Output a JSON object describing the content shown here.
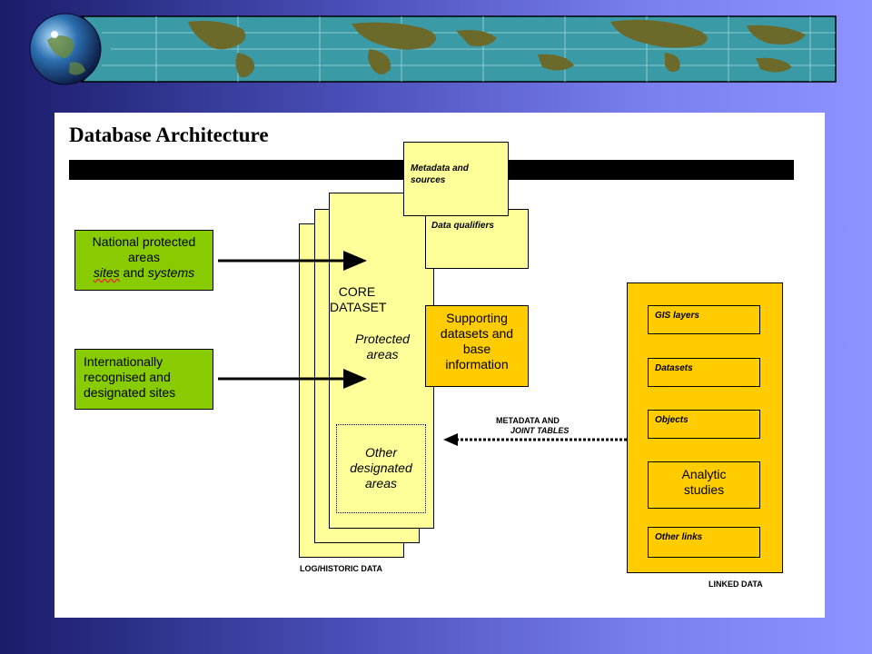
{
  "title": "Database Architecture",
  "metadata_box": "Metadata and sources",
  "data_qualifiers": "Data qualifiers",
  "national": {
    "line1": "National protected",
    "line2": "areas",
    "sites": "sites",
    "and": "and",
    "systems": "systems"
  },
  "international": {
    "line1": "Internationally",
    "line2": "recognised and",
    "line3": "designated sites"
  },
  "core": {
    "line1": "CORE",
    "line2": "DATASET",
    "protected1": "Protected",
    "protected2": "areas"
  },
  "other_designated": {
    "line1": "Other",
    "line2": "designated",
    "line3": "areas"
  },
  "supporting": {
    "line1": "Supporting",
    "line2": "datasets and",
    "line3": "base",
    "line4": "information"
  },
  "metadata_joint": {
    "line1": "METADATA AND",
    "line2": "JOINT TABLES"
  },
  "log_historic": "LOG/HISTORIC DATA",
  "linked_data": "LINKED DATA",
  "linked_items": {
    "gis": "GIS layers",
    "datasets": "Datasets",
    "objects": "Objects",
    "analytic1": "Analytic",
    "analytic2": "studies",
    "other_links": "Other links"
  },
  "colors": {
    "green": "#88cc00",
    "yellow": "#ffff99",
    "orange": "#ffcc00"
  },
  "icons": {
    "globe": "globe-icon",
    "map": "world-map-icon"
  }
}
